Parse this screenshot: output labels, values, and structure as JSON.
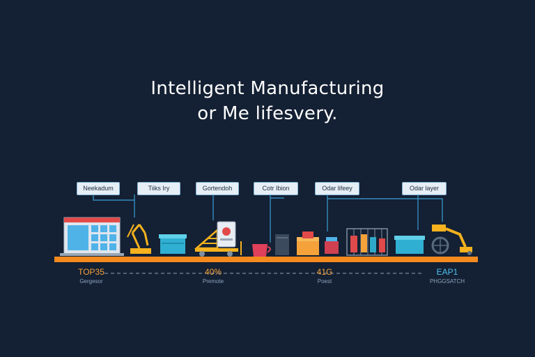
{
  "title": {
    "line1": "Intelligent Manufacturing",
    "line2": "or Me lifesvery."
  },
  "callouts": [
    {
      "label": "Neekadum"
    },
    {
      "label": "Tiiks Iry"
    },
    {
      "label": "Gortendoh"
    },
    {
      "label": "Cotr Ibion"
    },
    {
      "label": "Odar lifeey"
    },
    {
      "label": "Odar layer"
    }
  ],
  "metrics": [
    {
      "value": "TOP35",
      "label": "Gergesor"
    },
    {
      "value": "40%",
      "label": "Premote"
    },
    {
      "value": "41G",
      "label": "Poest"
    },
    {
      "value": "EAP1",
      "label": "PHGGSATCH"
    }
  ],
  "colors": {
    "background": "#142033",
    "conveyor": "#f58a1f",
    "connector": "#3aa0d8",
    "accent_orange": "#f5a23a",
    "accent_blue": "#4fc3ef"
  },
  "icons": [
    "laptop-dashboard-icon",
    "robotic-arm-icon",
    "storage-bin-icon",
    "conveyor-cart-icon",
    "tablet-icon",
    "cup-icon",
    "server-box-icon",
    "parcel-box-icon",
    "storage-rack-icon",
    "container-icon",
    "delivery-robot-icon"
  ]
}
